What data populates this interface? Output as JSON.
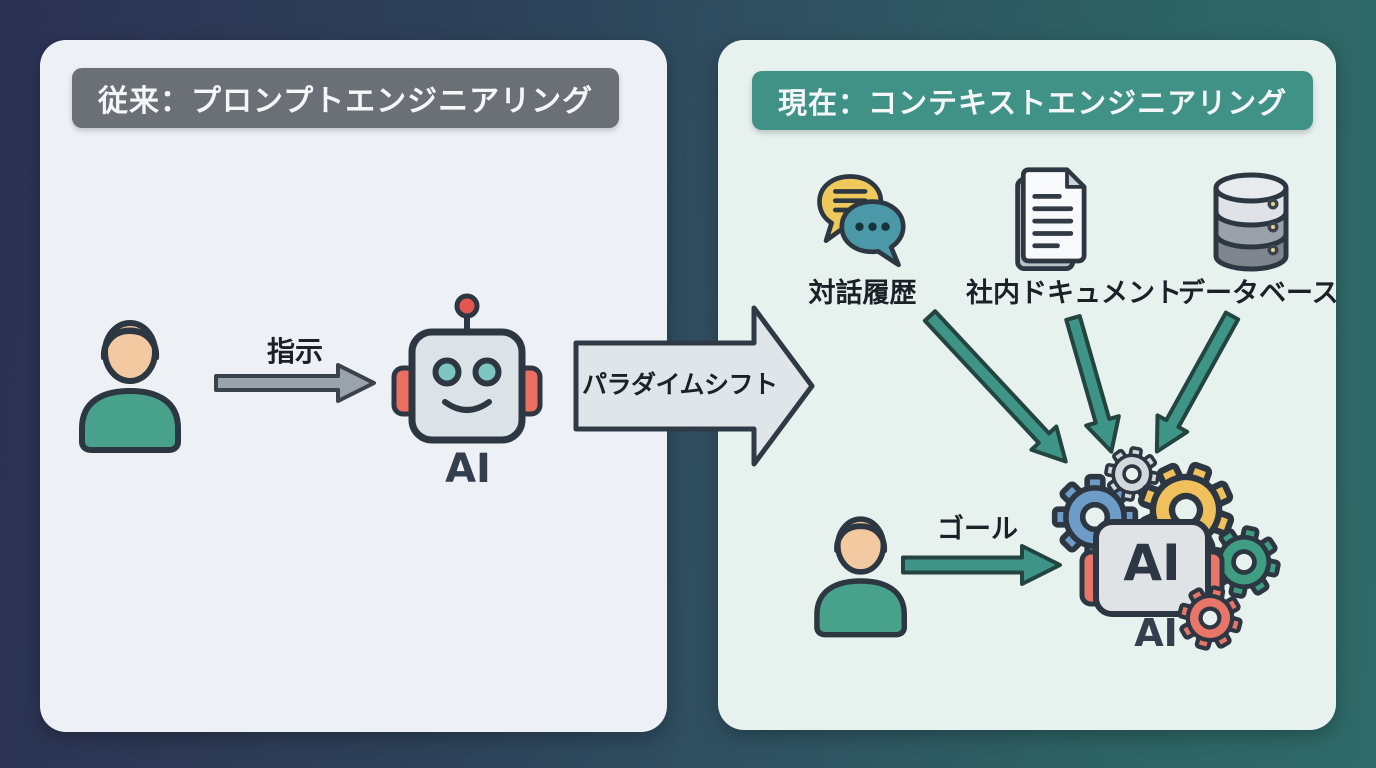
{
  "left_panel": {
    "title": "従来：プロンプトエンジニアリング",
    "instruction_arrow_label": "指示",
    "ai_label": "AI"
  },
  "transition_arrow": {
    "label": "パラダイムシフト"
  },
  "right_panel": {
    "title": "現在：コンテキストエンジニアリング",
    "sources": [
      {
        "icon": "chat-bubbles-icon",
        "label": "対話履歴"
      },
      {
        "icon": "documents-icon",
        "label": "社内ドキュメント"
      },
      {
        "icon": "database-icon",
        "label": "データベース"
      }
    ],
    "goal_arrow_label": "ゴール",
    "ai_box_text": "AI",
    "ai_label": "AI"
  },
  "colors": {
    "background_left": "#2c3153",
    "background_right": "#2e6a68",
    "panel_left": "#edf1f6",
    "panel_right": "#e7f1ee",
    "badge_gray": "#6b7077",
    "badge_teal": "#3f9285",
    "teal_arrow": "#3f9488",
    "gray_arrow": "#9aa2aa",
    "outline_dark": "#2d3742",
    "person_shirt": "#48a18b",
    "person_skin": "#f2c9a1",
    "robot_head": "#dbe3e9",
    "robot_accent_red": "#ec6e61",
    "robot_eye_teal": "#7cc5c0",
    "gear_blue": "#6d9cc8",
    "gear_gray": "#d3d8dd",
    "gear_yellow": "#f0c05c",
    "gear_green": "#3f9e82",
    "gear_red": "#e8756a",
    "bubble_yellow": "#f0c95c",
    "bubble_teal": "#4a98a8"
  }
}
